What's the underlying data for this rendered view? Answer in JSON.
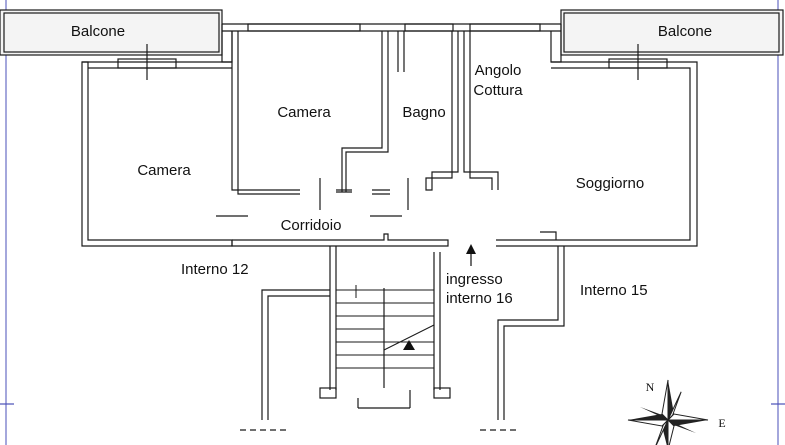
{
  "rooms": {
    "balcone_left": "Balcone",
    "balcone_right": "Balcone",
    "camera_top": "Camera",
    "camera_left": "Camera",
    "bagno": "Bagno",
    "angolo_line1": "Angolo",
    "angolo_line2": "Cottura",
    "soggiorno": "Soggiorno",
    "corridoio": "Corridoio"
  },
  "labels": {
    "interno_12": "Interno 12",
    "ingresso_line1": "ingresso",
    "ingresso_line2": "interno 16",
    "interno_15": "Interno 15"
  },
  "compass": {
    "north": "N",
    "east": "E"
  },
  "colors": {
    "line": "#1a1a1a",
    "balcony_fill": "#f4f4f4",
    "frame": "#4a4fb8"
  }
}
